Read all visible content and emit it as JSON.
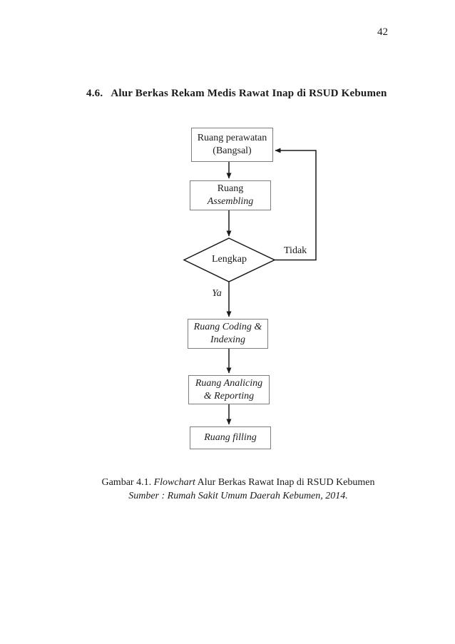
{
  "page": {
    "number": "42"
  },
  "heading": {
    "number": "4.6.",
    "title": "Alur Berkas Rekam Medis Rawat Inap di RSUD Kebumen"
  },
  "flowchart": {
    "nodes": {
      "ward": {
        "line1": "Ruang perawatan",
        "line2": "(Bangsal)"
      },
      "assembling": {
        "line1": "Ruang",
        "line2": "Assembling"
      },
      "decision": {
        "label": "Lengkap"
      },
      "coding": {
        "line1": "Ruang Coding &",
        "line2": "Indexing"
      },
      "analicing": {
        "line1": "Ruang Analicing",
        "line2": "& Reporting"
      },
      "filing": {
        "line1": "Ruang filling"
      }
    },
    "edge_labels": {
      "no": "Tidak",
      "yes": "Ya"
    },
    "colors": {
      "connector": "#1a1a1a",
      "box_border": "#7d7d7d",
      "text": "#1c1c1c"
    }
  },
  "caption": {
    "figure_label": "Gambar 4.1.",
    "figure_term": "Flowchart",
    "figure_title": "Alur Berkas Rawat Inap di RSUD Kebumen",
    "source": "Sumber : Rumah Sakit Umum Daerah Kebumen, 2014."
  }
}
